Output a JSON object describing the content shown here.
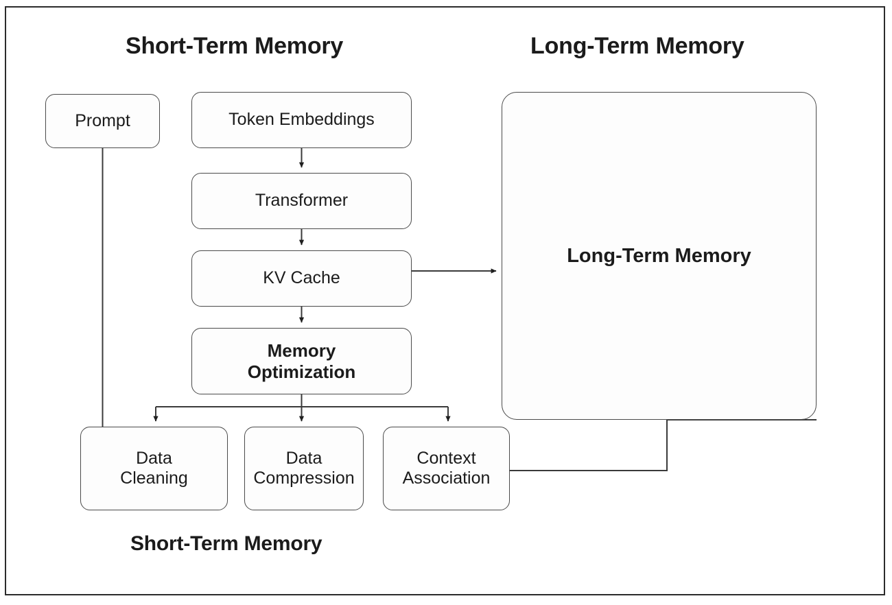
{
  "diagram": {
    "title_short_term": "Short-Term Memory",
    "title_long_term": "Long-Term Memory",
    "caption_short_term": "Short-Term Memory",
    "nodes": {
      "prompt": "Prompt",
      "token_embeddings": "Token Embeddings",
      "transformer": "Transformer",
      "kv_cache": "KV Cache",
      "memory_optimization": "Memory\nOptimization",
      "data_cleaning": "Data\nCleaning",
      "data_compression": "Data\nCompression",
      "context_association": "Context\nAssociation",
      "long_term_memory": "Long-Term Memory"
    },
    "colors": {
      "frame_stroke": "#2b2b2b",
      "node_stroke": "#4a4a4a",
      "connector_stroke": "#3a3a3a",
      "text": "#1b1b1b",
      "background": "#ffffff"
    },
    "edges": [
      {
        "name": "token-embeddings-to-transformer",
        "from": "token_embeddings",
        "to": "transformer",
        "arrow": true
      },
      {
        "name": "transformer-to-kv-cache",
        "from": "transformer",
        "to": "kv_cache",
        "arrow": true
      },
      {
        "name": "kv-cache-to-long-term-memory",
        "from": "kv_cache",
        "to": "long_term_memory",
        "arrow": true
      },
      {
        "name": "kv-cache-to-memory-optimization",
        "from": "kv_cache",
        "to": "memory_optimization",
        "arrow": true
      },
      {
        "name": "memory-optimization-to-data-cleaning",
        "from": "memory_optimization",
        "to": "data_cleaning",
        "arrow": true
      },
      {
        "name": "memory-optimization-to-data-compression",
        "from": "memory_optimization",
        "to": "data_compression",
        "arrow": true
      },
      {
        "name": "memory-optimization-to-context-association",
        "from": "memory_optimization",
        "to": "context_association",
        "arrow": true
      },
      {
        "name": "prompt-to-data-cleaning",
        "from": "prompt",
        "to": "data_cleaning",
        "arrow": false
      },
      {
        "name": "context-association-to-long-term-memory",
        "from": "context_association",
        "to": "long_term_memory",
        "arrow": false
      }
    ]
  }
}
